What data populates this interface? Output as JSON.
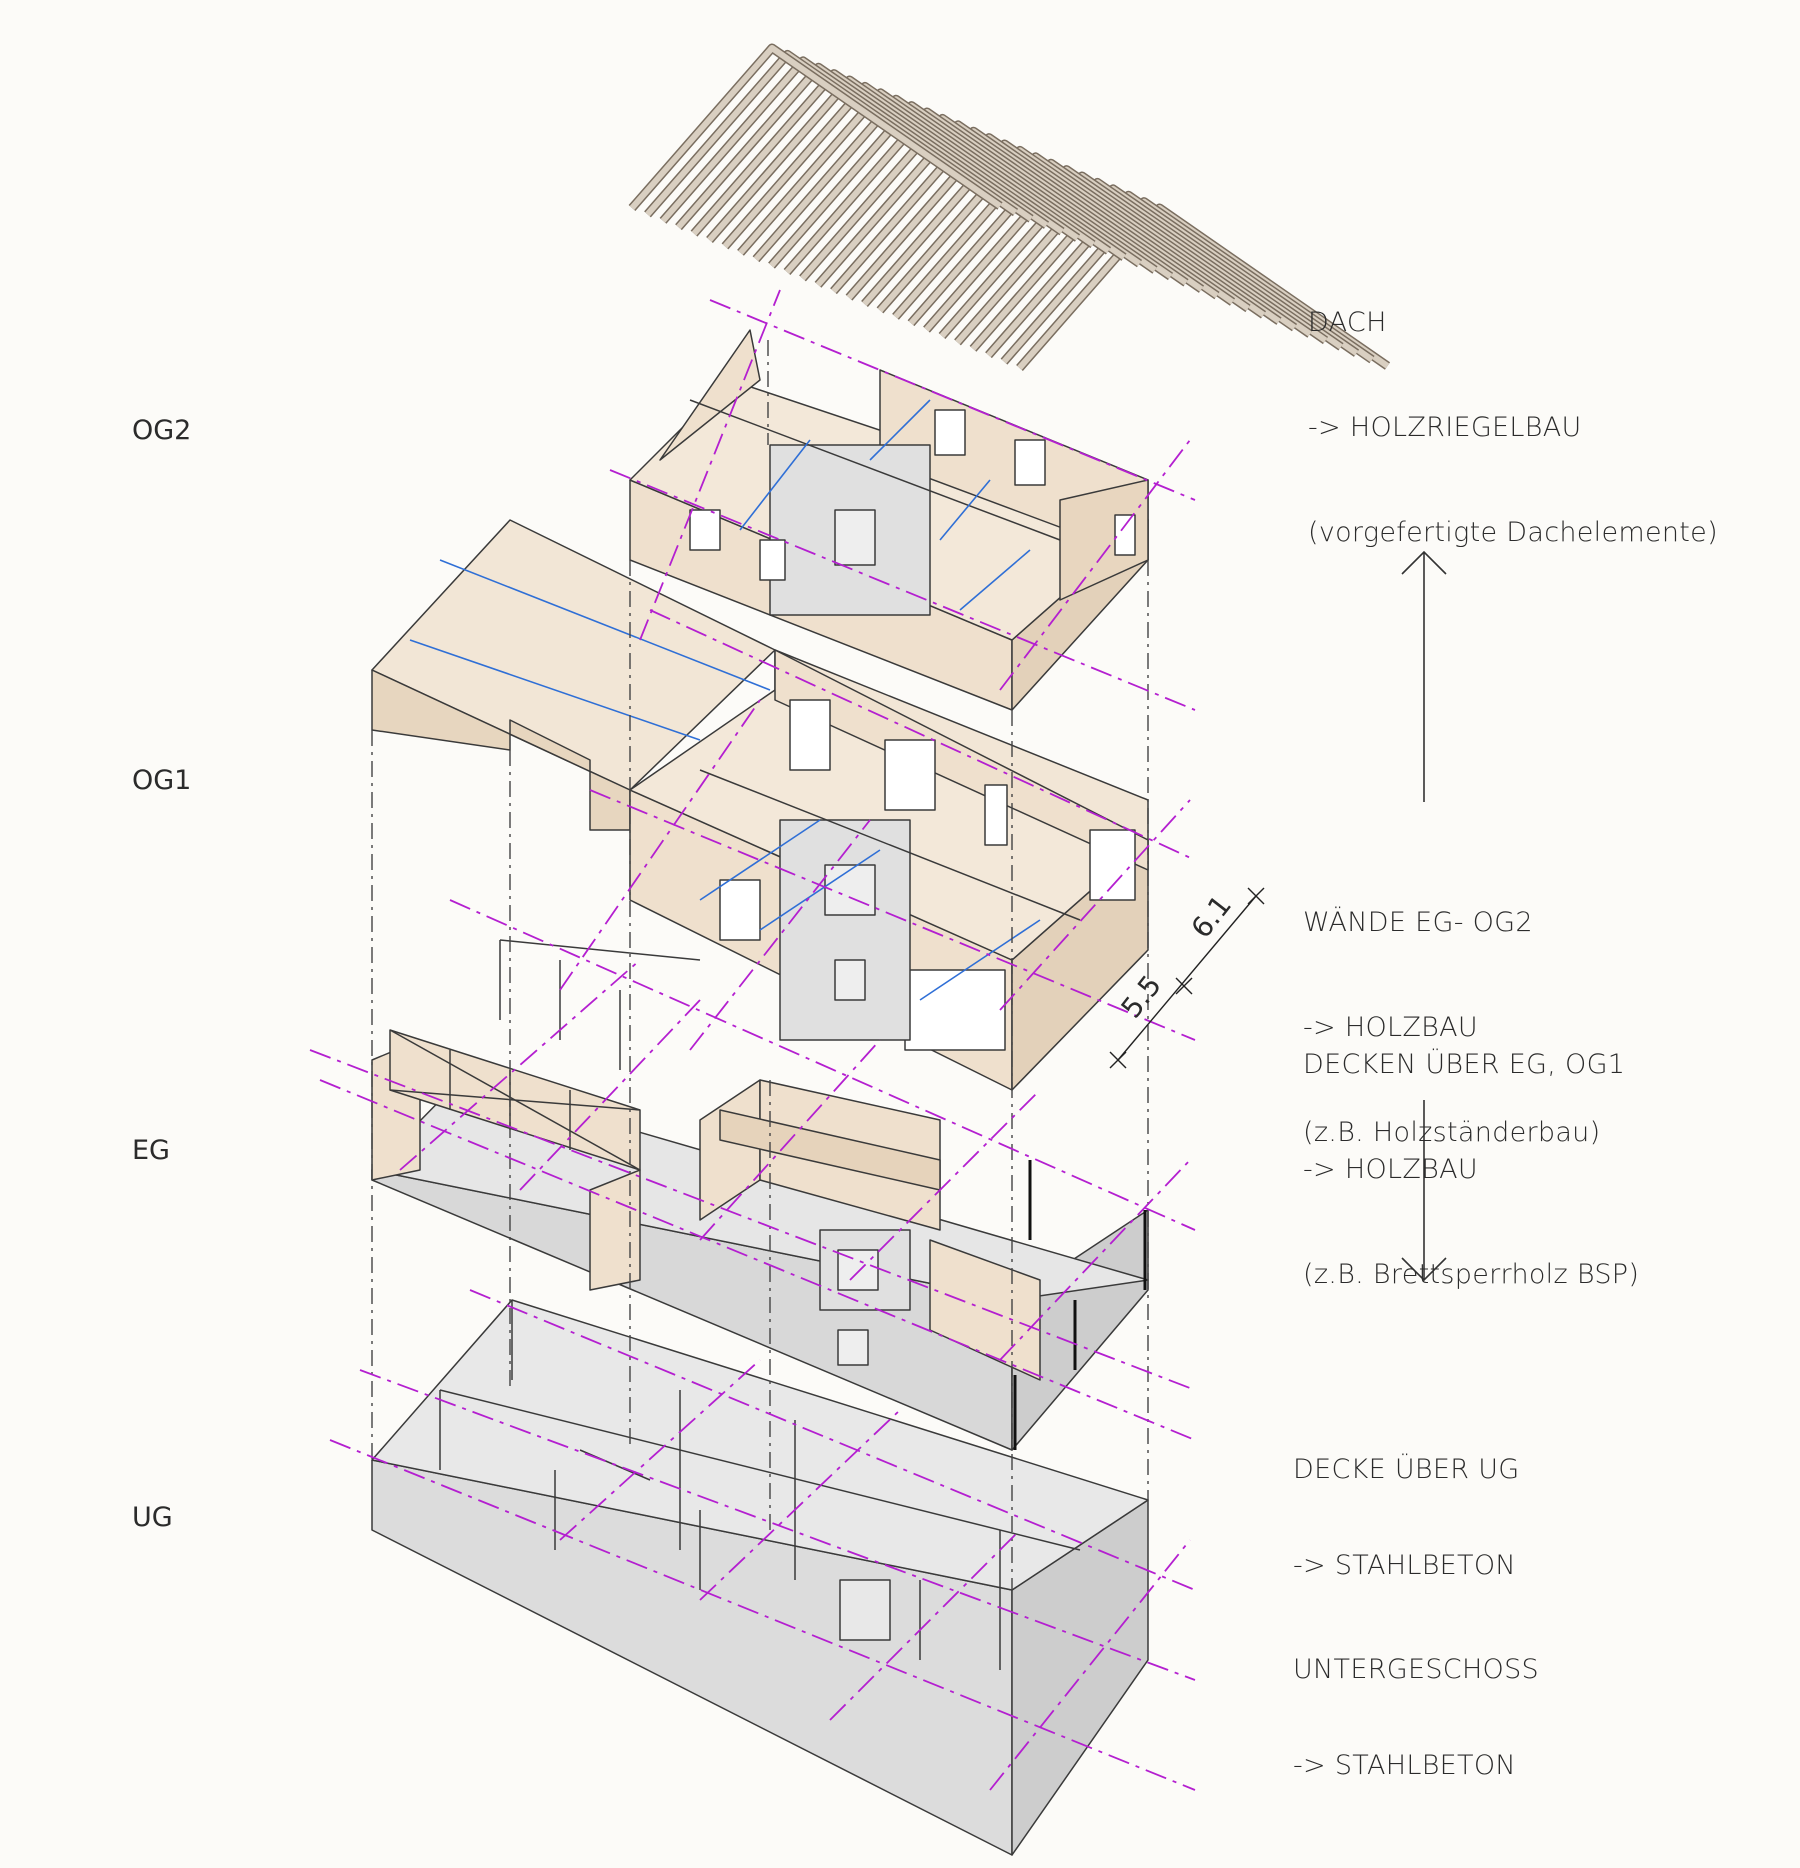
{
  "levels": {
    "og2": "OG2",
    "og1": "OG1",
    "eg": "EG",
    "ug": "UG"
  },
  "notes": {
    "dach": [
      "DACH",
      "-> HOLZRIEGELBAU",
      "(vorgefertigte Dachelemente)"
    ],
    "waende": [
      "WÄNDE EG- OG2",
      "-> HOLZBAU",
      "(z.B. Holzständerbau)"
    ],
    "decken": [
      "DECKEN ÜBER EG, OG1",
      "-> HOLZBAU",
      "(z.B. Brettsperrholz BSP)"
    ],
    "decke_ug": [
      "DECKE ÜBER UG",
      "-> STAHLBETON"
    ],
    "untergeschoss": [
      "UNTERGESCHOSS",
      "-> STAHLBETON"
    ]
  },
  "dimensions": {
    "d1": "5.5",
    "d2": "6.1"
  },
  "colors": {
    "wood": "#efe0cd",
    "wood_dark": "#e3d1ba",
    "concrete": "#e2e2e2",
    "concrete_dark": "#cfcfcf",
    "grid": "#b41fd0",
    "joint": "#2f6fd6",
    "line": "#3a3a3a"
  }
}
